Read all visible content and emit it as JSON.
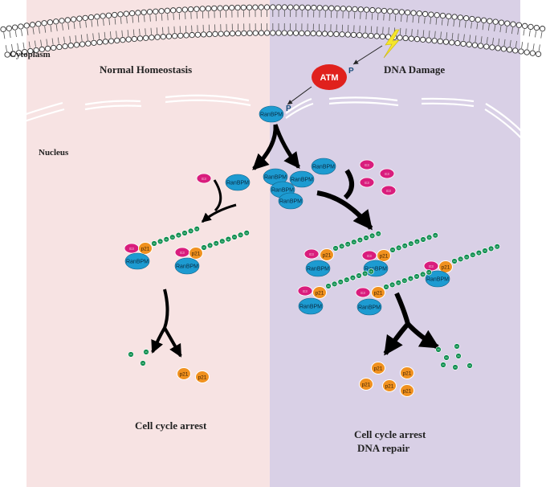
{
  "regions": {
    "cytoplasm_label": "Cytoplasm",
    "nucleus_label": "Nucleus",
    "left_title": "Normal Homeostasis",
    "right_title": "DNA Damage"
  },
  "molecules": {
    "atm": "ATM",
    "phospho": "P",
    "ranbpm": "RanBPM",
    "p21": "p21",
    "e3": "E3",
    "ub": "Ub"
  },
  "outcomes": {
    "left_line1": "Cell cycle arrest",
    "right_line1": "Cell cycle arrest",
    "right_line2": "DNA repair"
  },
  "colors": {
    "left_bg": "#f7e3e3",
    "right_bg": "#d9d0e6",
    "ranbpm": "#1d9bd1",
    "p21": "#f0911f",
    "e3": "#d91d7d",
    "ub": "#0e8c4e",
    "atm": "#e0211d",
    "bolt": "#f5e62a"
  }
}
